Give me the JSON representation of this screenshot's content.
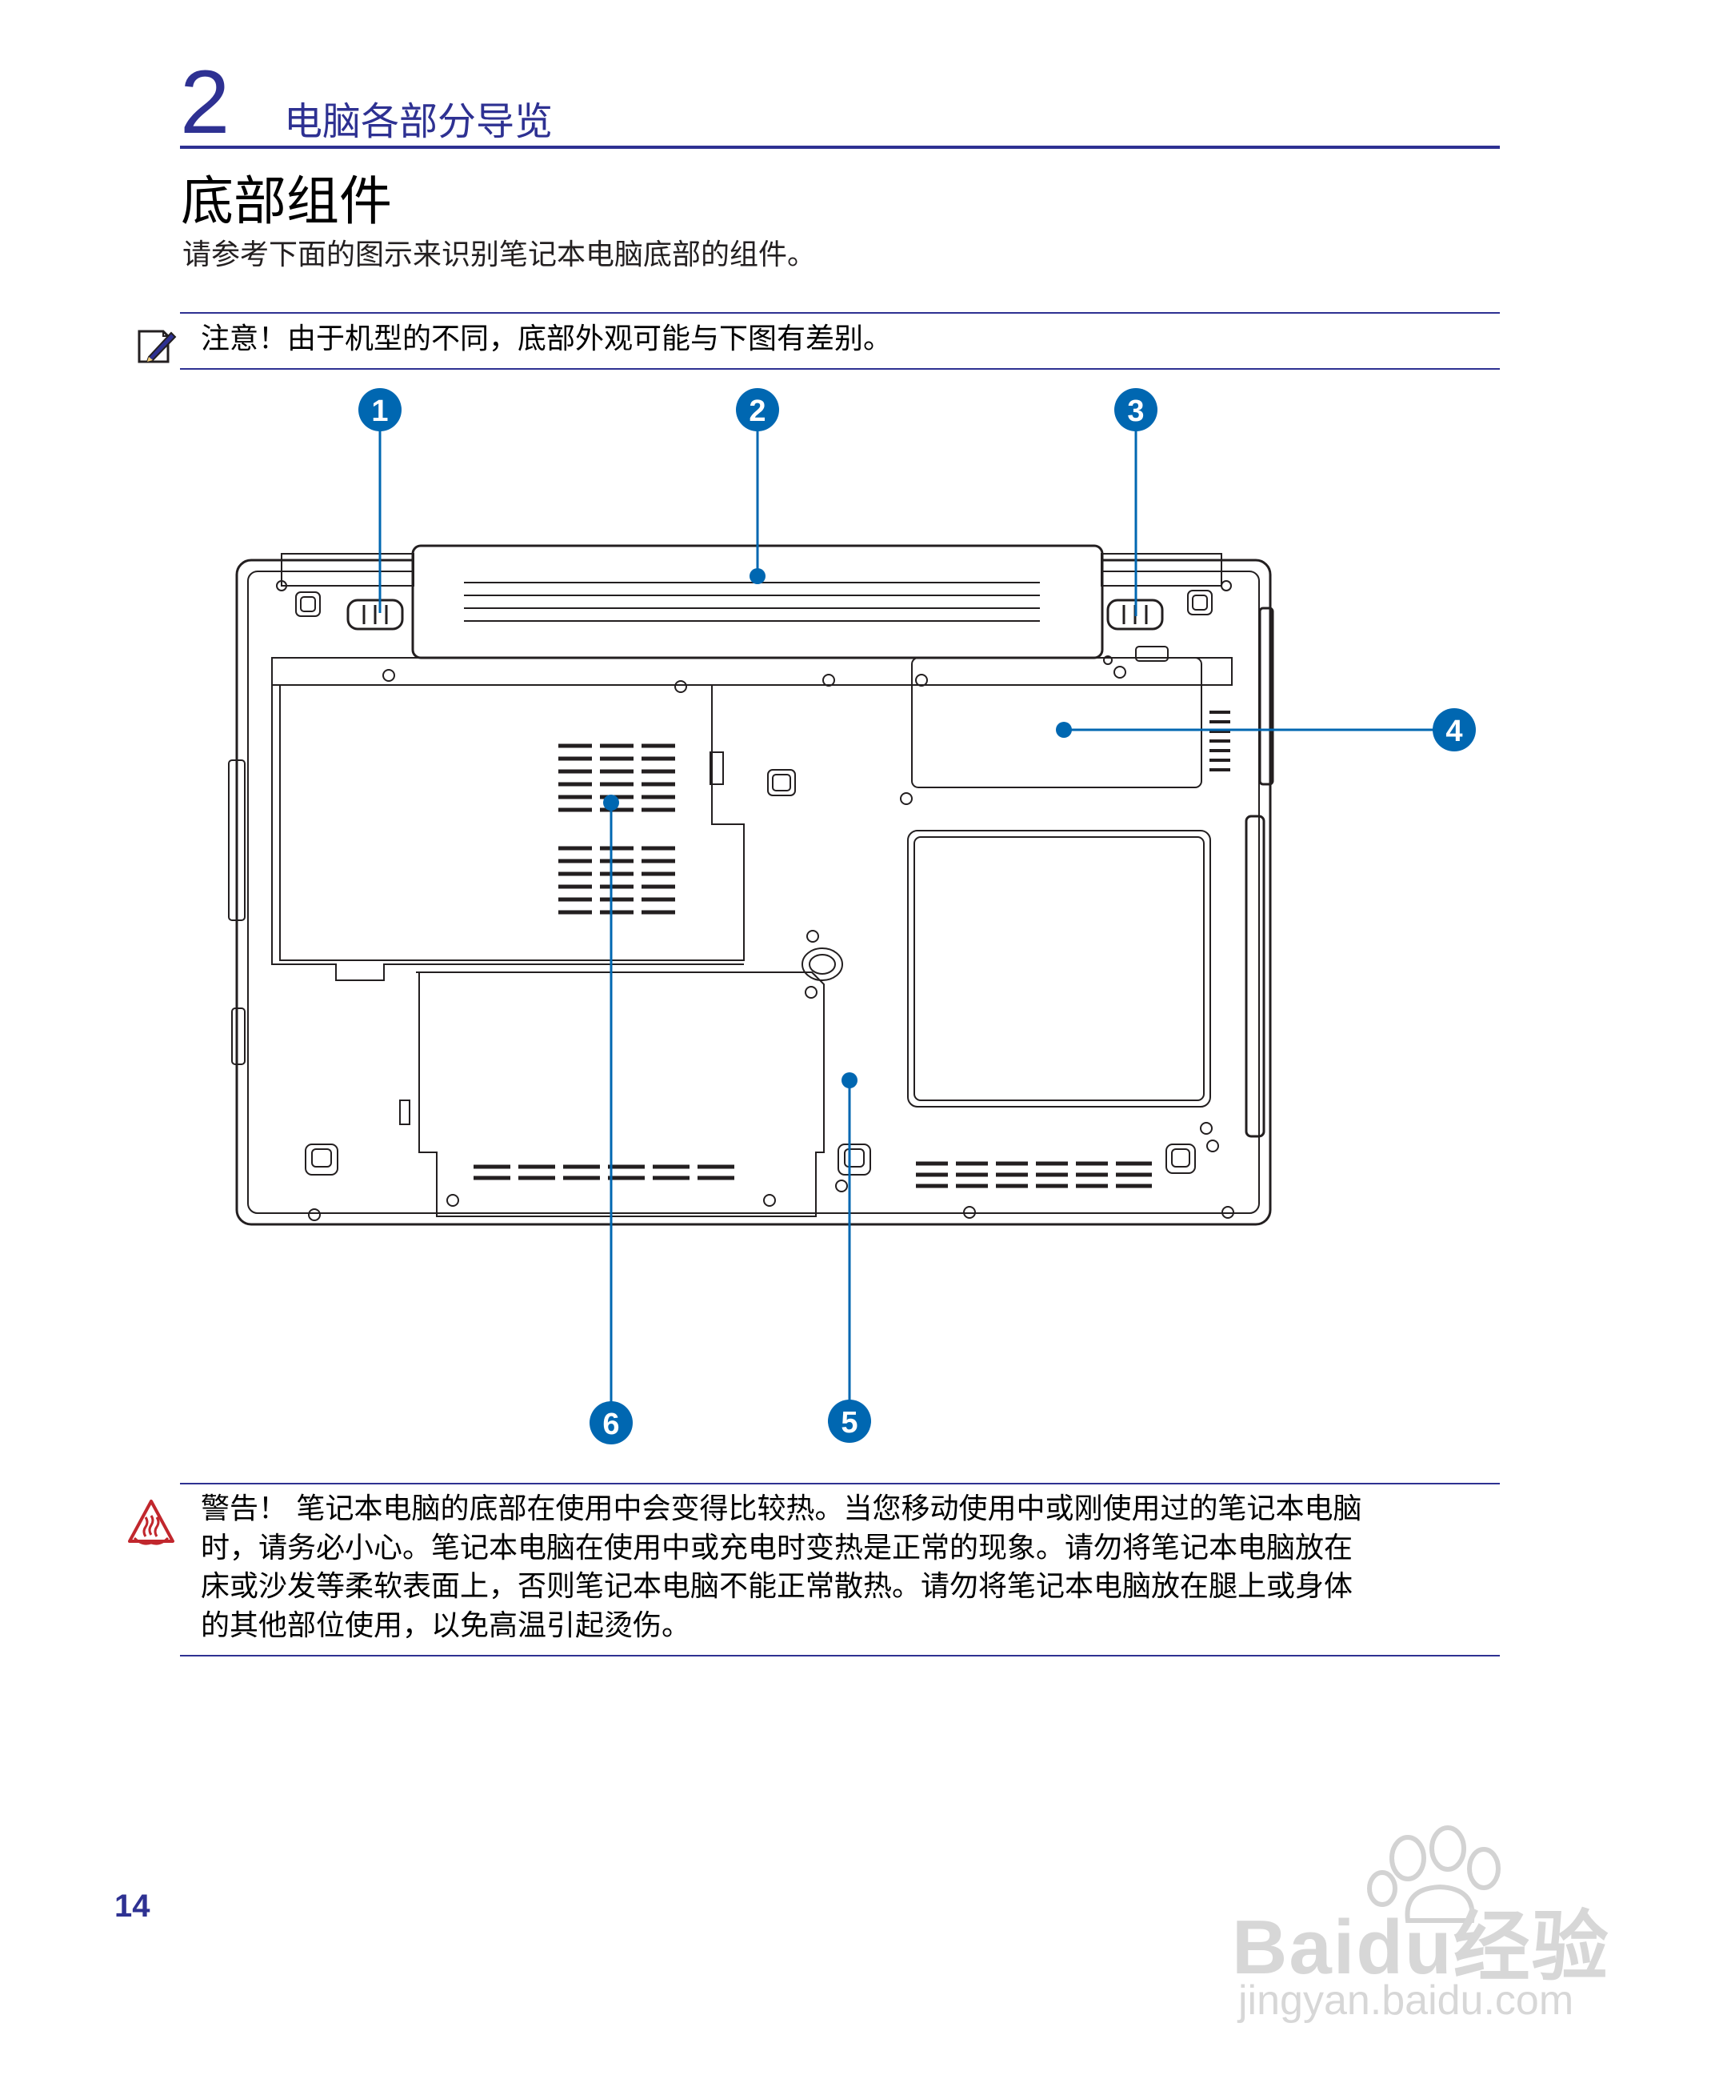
{
  "header": {
    "chapter_number": "2",
    "chapter_title": "电脑各部分导览"
  },
  "section": {
    "title": "底部组件",
    "intro": "请参考下面的图示来识别笔记本电脑底部的组件。"
  },
  "note": {
    "icon": "note-pencil-icon",
    "text": "注意！由于机型的不同，底部外观可能与下图有差别。"
  },
  "diagram": {
    "callouts": [
      "1",
      "2",
      "3",
      "4",
      "5",
      "6"
    ],
    "accent_color": "#0067b1"
  },
  "warning": {
    "icon": "hot-surface-warning-icon",
    "lines": [
      "警告！ 笔记本电脑的底部在使用中会变得比较热。当您移动使用中或刚使用过的笔记本电脑",
      "时，请务必小心。笔记本电脑在使用中或充电时变热是正常的现象。请勿将笔记本电脑放在",
      "床或沙发等柔软表面上，否则笔记本电脑不能正常散热。请勿将笔记本电脑放在腿上或身体",
      "的其他部位使用，以免高温引起烫伤。"
    ]
  },
  "footer": {
    "page_number": "14"
  },
  "watermark": {
    "brand": "Bai",
    "brand_mid": "du",
    "brand_cn": "经验",
    "url": "jingyan.baidu.com"
  }
}
